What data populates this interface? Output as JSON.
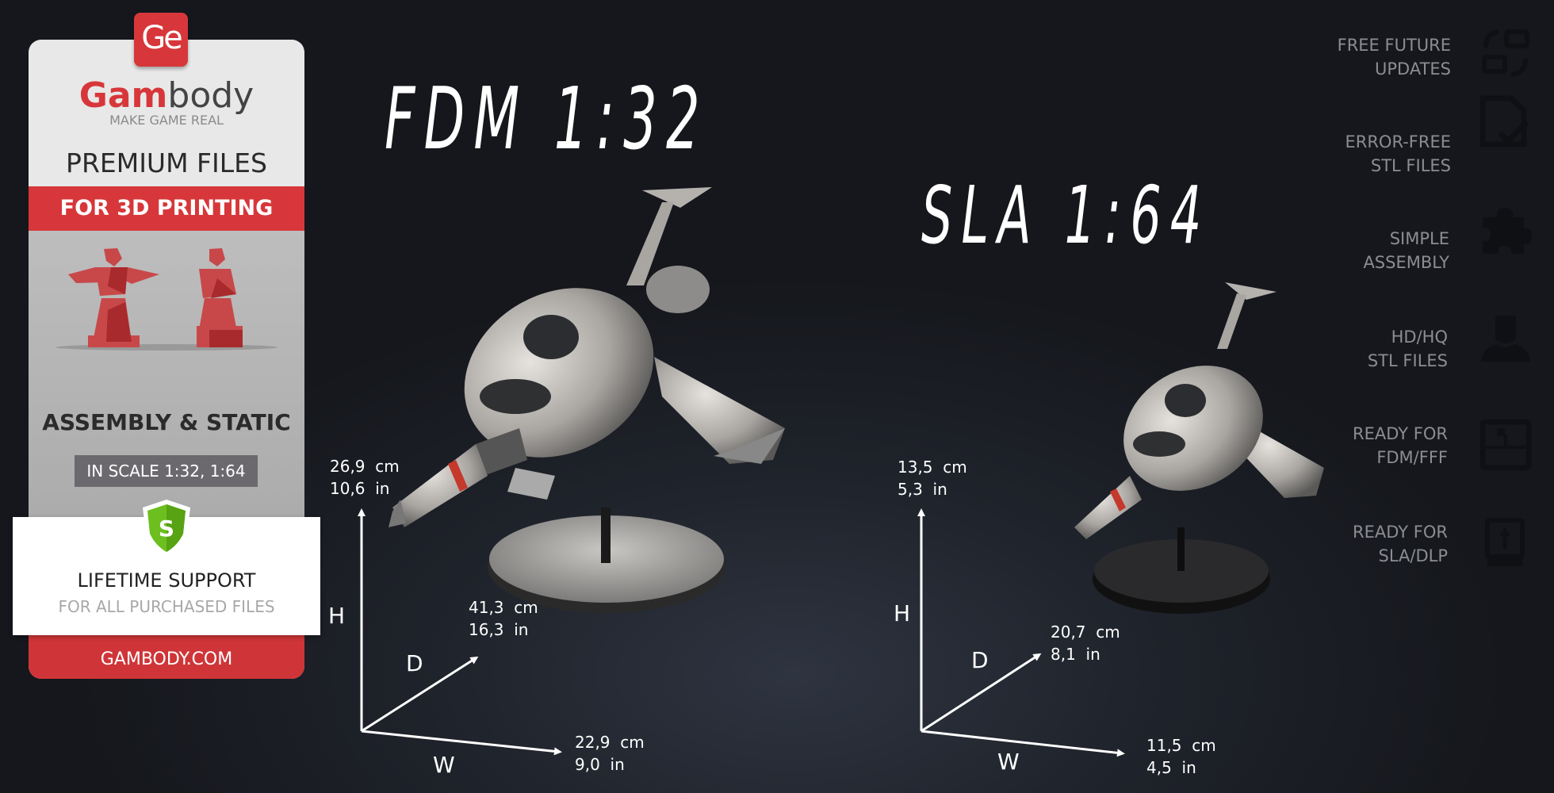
{
  "promo_card": {
    "logo_badge": "Ge",
    "brand_bold": "Gam",
    "brand_light": "body",
    "tagline": "MAKE GAME REAL",
    "headline": "PREMIUM FILES",
    "red_band": "FOR 3D PRINTING",
    "model_type": "ASSEMBLY & STATIC",
    "scale_badge": "IN SCALE 1:32, 1:64",
    "support_badge_letter": "S",
    "support_title": "LIFETIME SUPPORT",
    "support_subtitle": "FOR ALL PURCHASED FILES",
    "website": "GAMBODY.COM"
  },
  "fdm": {
    "title": "FDM 1:32",
    "height": {
      "label": "H",
      "cm": "26,9  cm",
      "in": "10,6  in"
    },
    "depth": {
      "label": "D",
      "cm": "41,3  cm",
      "in": "16,3  in"
    },
    "width": {
      "label": "W",
      "cm": "22,9  cm",
      "in": "9,0  in"
    }
  },
  "sla": {
    "title": "SLA 1:64",
    "height": {
      "label": "H",
      "cm": "13,5  cm",
      "in": "5,3  in"
    },
    "depth": {
      "label": "D",
      "cm": "20,7  cm",
      "in": "8,1  in"
    },
    "width": {
      "label": "W",
      "cm": "11,5  cm",
      "in": "4,5  in"
    }
  },
  "features": [
    {
      "line1": "FREE FUTURE",
      "line2": "UPDATES",
      "icon": "updates-icon"
    },
    {
      "line1": "ERROR-FREE",
      "line2": "STL FILES",
      "icon": "file-check-icon"
    },
    {
      "line1": "SIMPLE",
      "line2": "ASSEMBLY",
      "icon": "puzzle-icon"
    },
    {
      "line1": "HD/HQ",
      "line2": "STL FILES",
      "icon": "character-icon"
    },
    {
      "line1": "READY FOR",
      "line2": "FDM/FFF",
      "icon": "fdm-printer-icon"
    },
    {
      "line1": "READY FOR",
      "line2": "SLA/DLP",
      "icon": "sla-printer-icon"
    }
  ],
  "colors": {
    "brand_red": "#d7373a",
    "shield_green": "#6cbf1f",
    "feature_text": "#8b8d92"
  }
}
